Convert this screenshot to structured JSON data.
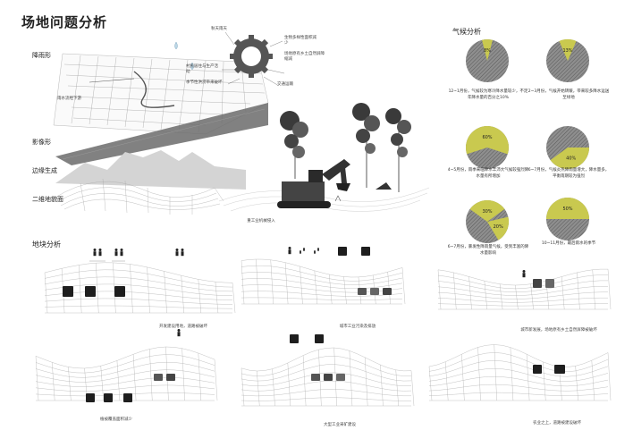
{
  "title": "场地问题分析",
  "left_panel": {
    "layer_labels": [
      "降雨形",
      "影像形",
      "边缘生成",
      "二维地貌面"
    ],
    "map_note": "雨水流经下游",
    "gear_labels": [
      "秋天雨天",
      "生物多样性面积减少",
      "场地原有乡土自然屏障缩减",
      "村民居住与生产活动",
      "季节性洪涝带来破坏",
      "交通运输"
    ],
    "excavator_caption": "重工业机械侵入"
  },
  "climate": {
    "heading": "气候分析",
    "pies": [
      {
        "label": "8%",
        "value": 8,
        "text": "12~1月份，气候较为寒冷降水量较少，不足年降水量的百分之10%"
      },
      {
        "label": "13%",
        "value": 13,
        "text": "2~3月份，气候开始转暖，带来较多降水运送至绿地"
      },
      {
        "label": "60%",
        "value": 60,
        "text": "4~5月份，雨季来临降水丰沛大气候较强烈降水量有所增加"
      },
      {
        "label": "40%",
        "value": 40,
        "text": "6~7月份，气候炎热降雨量增大，降水量多，平衡雨期较为强烈"
      },
      {
        "label": "30%",
        "value": 30,
        "secondary_label": "20%",
        "text": "6~7月份，暴发性降雨量气候，受到丰富的降水量影响"
      },
      {
        "label": "50%",
        "value": 50,
        "text": "10~11月份，最后雨水的季节"
      }
    ],
    "colors": {
      "accent": "#c9c94f",
      "hatch": "#8a8a8a"
    }
  },
  "plot_analysis": {
    "heading": "地块分析",
    "captions": [
      "开发建设用地，道路被破坏",
      "城市工业污染及排放",
      "城市新发展，场地原有乡土自然屏障被破坏",
      "植被覆盖面积减少",
      "大型工业采矿建设",
      "农业之上，道路被建设破坏"
    ]
  }
}
